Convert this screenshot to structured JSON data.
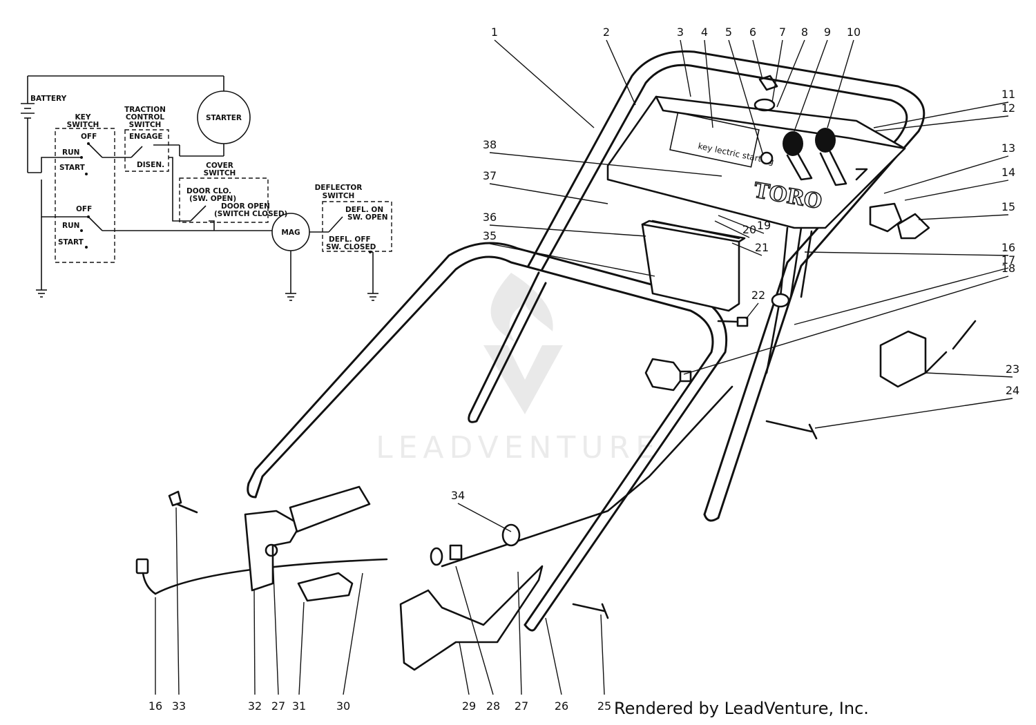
{
  "schematic": {
    "battery": "BATTERY",
    "starter": "STARTER",
    "key_switch": [
      "KEY",
      "SWITCH"
    ],
    "traction_switch": [
      "TRACTION",
      "CONTROL",
      "SWITCH"
    ],
    "cover_switch": [
      "COVER",
      "SWITCH"
    ],
    "deflector_switch": [
      "DEFLECTOR",
      "SWITCH"
    ],
    "off_1": "OFF",
    "run_1": "RUN",
    "start_1": "START",
    "off_2": "OFF",
    "run_2": "RUN",
    "start_2": "START",
    "engage": "ENGAGE",
    "disen": "DISEN.",
    "door_closed": [
      "DOOR CLO.",
      "(SW. OPEN)"
    ],
    "door_open": [
      "DOOR OPEN",
      "(SWITCH CLOSED)"
    ],
    "mag": "MAG",
    "defl_on": [
      "DEFL. ON",
      "SW. OPEN"
    ],
    "defl_off": [
      "DEFL. OFF",
      "SW. CLOSED"
    ]
  },
  "panel": {
    "brand": "TORO",
    "decal_text": "key lectric starting"
  },
  "watermark": "LEADVENTURE",
  "callouts": [
    "1",
    "2",
    "3",
    "4",
    "5",
    "6",
    "7",
    "8",
    "9",
    "10",
    "11",
    "12",
    "13",
    "14",
    "15",
    "16",
    "17",
    "18",
    "19",
    "20",
    "21",
    "22",
    "23",
    "24",
    "16",
    "33",
    "32",
    "27",
    "31",
    "30",
    "29",
    "28",
    "27",
    "26",
    "25",
    "34",
    "35",
    "36",
    "37",
    "38"
  ],
  "credit": "Rendered by LeadVenture, Inc."
}
